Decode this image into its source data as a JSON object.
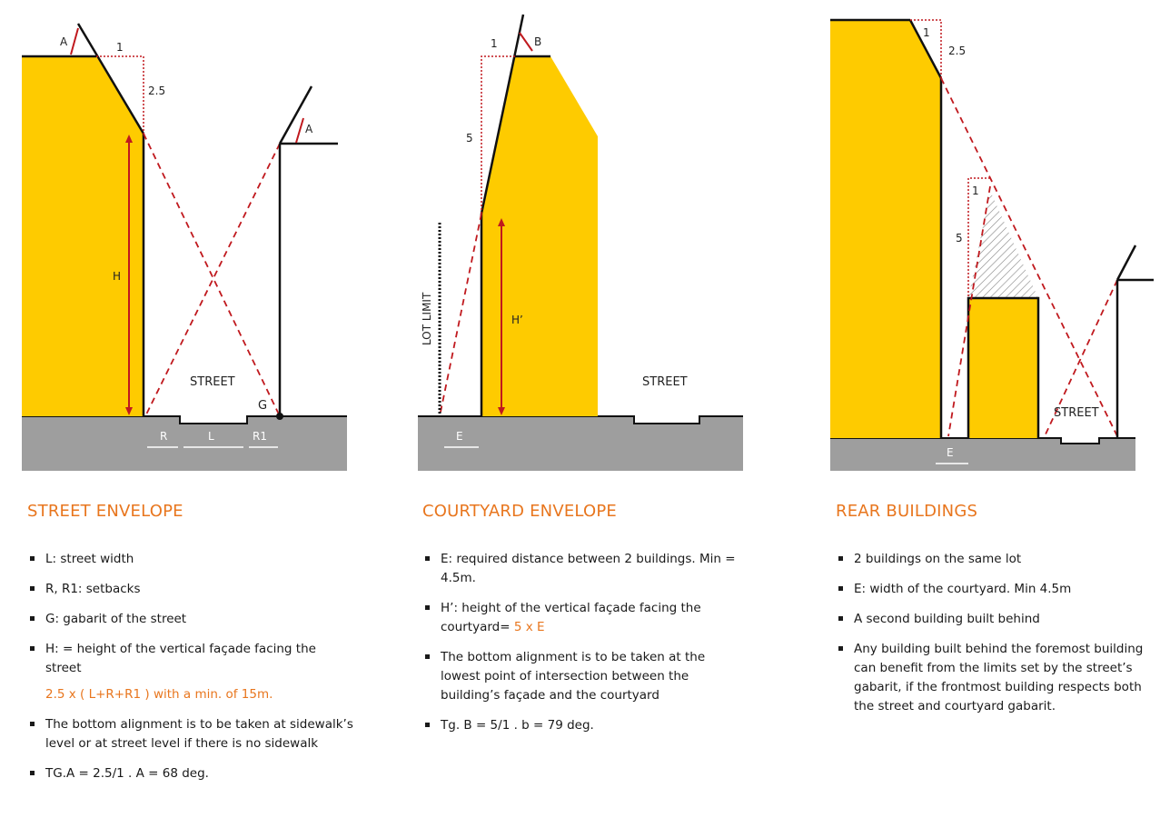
{
  "panels": [
    {
      "title": "STREET ENVELOPE",
      "bullets": [
        "L: street width",
        "R, R1: setbacks",
        "G: gabarit of the street",
        "H: = height of the vertical façade facing the street",
        "The bottom alignment is to be taken at sidewalk’s level or at street level if there is no sidewalk",
        "TG.A = 2.5/1 . A = 68 deg."
      ],
      "formula": "2.5 x ( L+R+R1 ) with a min. of 15m.",
      "labels": {
        "a1": "A",
        "a2": "A",
        "one": "1",
        "ratio": "2.5",
        "h": "H",
        "street": "STREET",
        "g": "G",
        "r": "R",
        "l": "L",
        "r1": "R1"
      }
    },
    {
      "title": "COURTYARD ENVELOPE",
      "bullets": [
        "E: required distance between 2 buildings. Min = 4.5m.",
        "H’: height of the vertical façade facing the courtyard=",
        "The bottom alignment is to be taken at the lowest point of intersection between the building’s façade and the courtyard",
        "Tg. B = 5/1 . b = 79 deg."
      ],
      "highlight": "5 x E",
      "labels": {
        "one": "1",
        "b": "B",
        "five": "5",
        "lot": "LOT LIMIT",
        "hp": "H’",
        "street": "STREET",
        "e": "E"
      }
    },
    {
      "title": "REAR BUILDINGS",
      "bullets": [
        "2 buildings on the same lot",
        "E: width of the courtyard. Min 4.5m",
        "A second building built behind",
        "Any building built behind the foremost building can benefit from the limits set by the street’s gabarit, if the frontmost building respects both the street and courtyard gabarit."
      ],
      "labels": {
        "one": "1",
        "ratio": "2.5",
        "one2": "1",
        "five": "5",
        "street": "STREET",
        "e": "E"
      }
    }
  ],
  "colors": {
    "building": "#fecb00",
    "ground": "#9e9e9e",
    "accent": "#e8761e",
    "dimension": "#c0191e"
  }
}
